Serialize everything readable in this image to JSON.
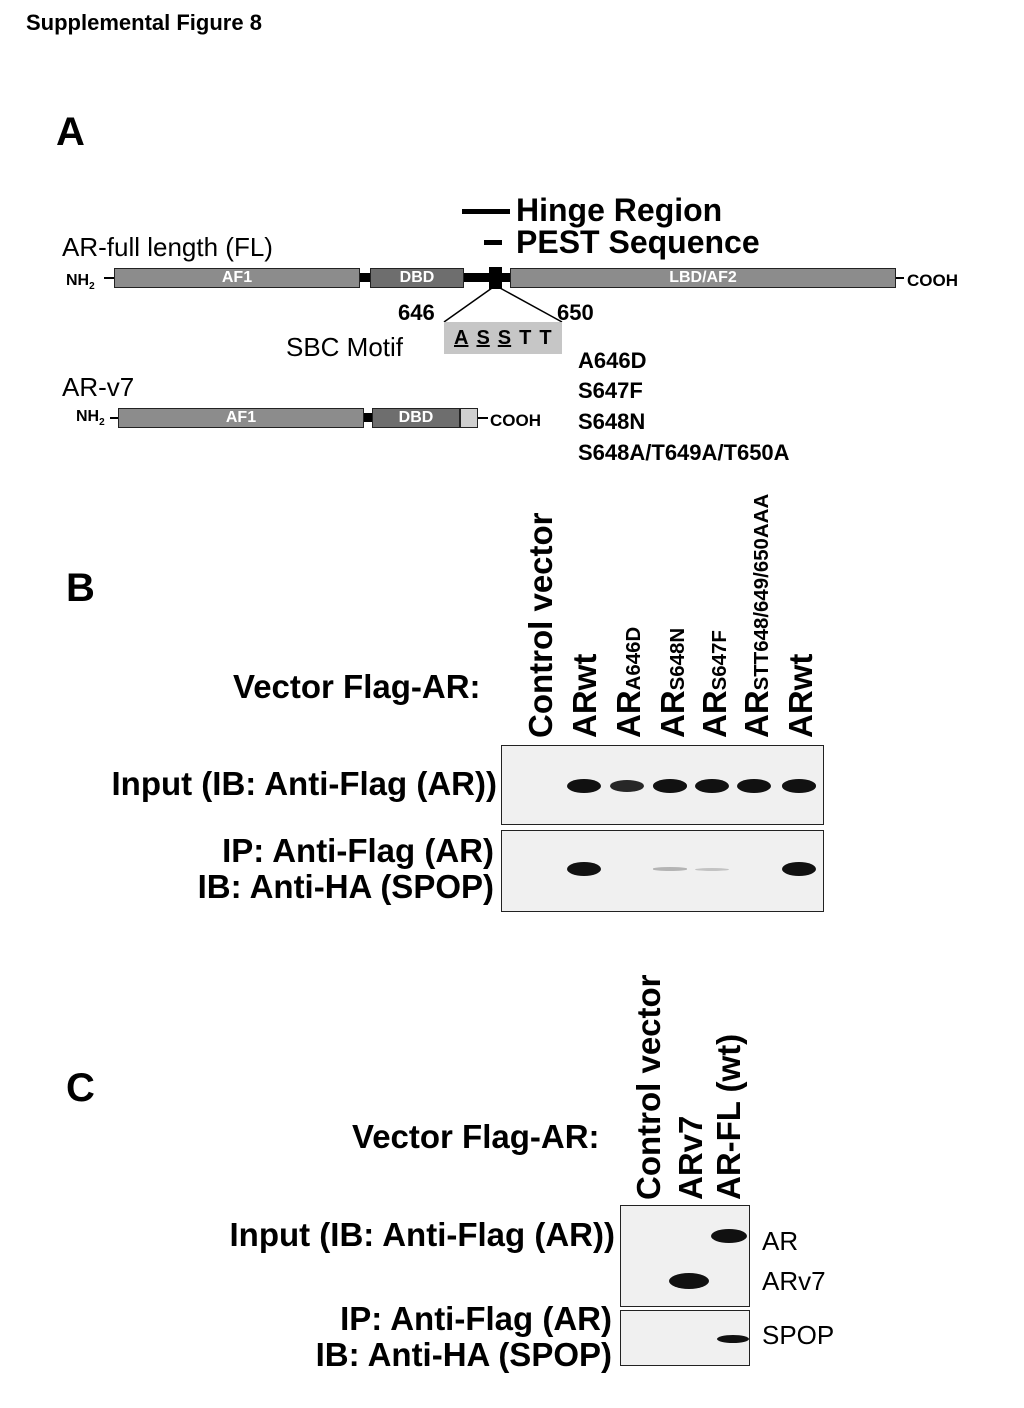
{
  "figure_title": "Supplemental Figure 8",
  "panels": {
    "a": "A",
    "b": "B",
    "c": "C"
  },
  "schematic": {
    "legend": {
      "hinge": "Hinge Region",
      "pest": "PEST Sequence"
    },
    "ar_fl": {
      "label": "AR-full length (FL)",
      "n_term": "NH",
      "n_term_sub": "2",
      "c_term": "COOH",
      "domains": [
        "AF1",
        "DBD",
        "LBD/AF2"
      ]
    },
    "ar_v7": {
      "label": "AR-v7",
      "n_term": "NH",
      "n_term_sub": "2",
      "c_term": "COOH",
      "domains": [
        "AF1",
        "DBD"
      ]
    },
    "motif": {
      "start": "646",
      "end": "650",
      "label": "SBC Motif",
      "residues": [
        "A",
        "S",
        "S",
        "T",
        "T"
      ]
    },
    "mutations": [
      "A646D",
      "S647F",
      "S648N",
      "S648A/T649A/T650A"
    ]
  },
  "panel_b": {
    "vector_label": "Vector Flag-AR:",
    "lanes": [
      {
        "main": "Control vector",
        "sub": ""
      },
      {
        "main": "ARwt",
        "sub": ""
      },
      {
        "main": "AR",
        "sub": "A646D"
      },
      {
        "main": "AR",
        "sub": "S648N"
      },
      {
        "main": "AR",
        "sub": "S647F"
      },
      {
        "main": "AR",
        "sub": "STT648/649/650AAA"
      },
      {
        "main": "ARwt",
        "sub": ""
      }
    ],
    "input_label": "Input (IB: Anti-Flag (AR))",
    "ip_label_1": "IP: Anti-Flag (AR)",
    "ip_label_2": "IB: Anti-HA (SPOP)",
    "input_band_intensity": [
      0,
      1.0,
      0.75,
      0.85,
      0.9,
      0.95,
      0.85
    ],
    "ip_band_intensity": [
      0,
      1.0,
      0,
      0.12,
      0.05,
      0,
      0.95
    ]
  },
  "panel_c": {
    "vector_label": "Vector Flag-AR:",
    "lanes": [
      "Control vector",
      "ARv7",
      "AR-FL (wt)"
    ],
    "input_label": "Input (IB: Anti-Flag (AR))",
    "ip_label_1": "IP: Anti-Flag (AR)",
    "ip_label_2": "IB: Anti-HA (SPOP)",
    "band_labels": [
      "AR",
      "ARv7",
      "SPOP"
    ]
  }
}
